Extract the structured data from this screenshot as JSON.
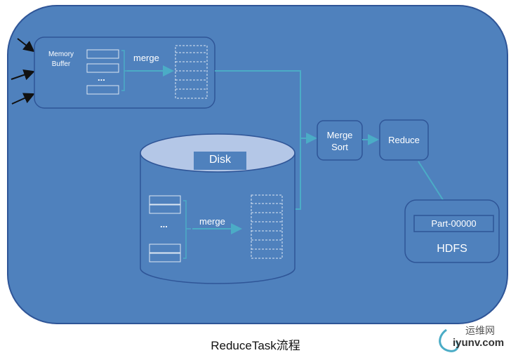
{
  "diagram": {
    "memory_buffer": {
      "line1": "Memory",
      "line2": "Buffer"
    },
    "memory_merge": "merge",
    "memory_ellipsis": "...",
    "disk": {
      "label": "Disk",
      "merge": "merge",
      "ellipsis": "..."
    },
    "merge_sort": {
      "line1": "Merge",
      "line2": "Sort"
    },
    "reduce": "Reduce",
    "hdfs": {
      "part": "Part-00000",
      "label": "HDFS"
    }
  },
  "caption": "ReduceTask流程",
  "watermark": {
    "brand": "运维网",
    "domain": "iyunv.com"
  },
  "colors": {
    "panel_fill": "#4f81bd",
    "panel_stroke": "#2f5597",
    "arrow": "#4bacc6",
    "disk_top": "#b4c7e7"
  }
}
